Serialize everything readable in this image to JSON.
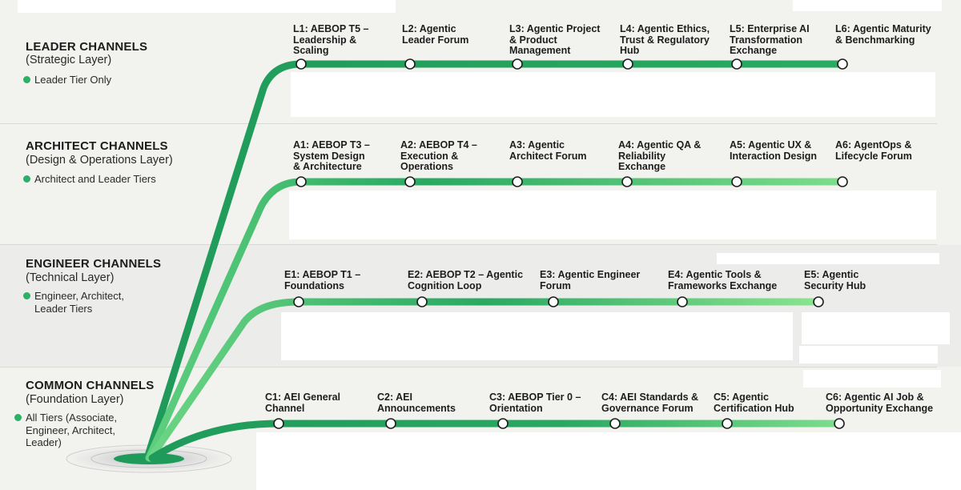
{
  "colors": {
    "line_dark": "#1f9a5a",
    "line_light": "#7ddd8c",
    "station_fill": "#ffffff",
    "station_stroke": "#1e1e1e",
    "tier_dot": "#2bb067"
  },
  "layers": [
    {
      "title": "LEADER CHANNELS",
      "subtitle": "(Strategic Layer)",
      "tier_text": "Leader Tier Only",
      "stations": [
        "L1: AEBOP T5 –\nLeadership &\nScaling",
        "L2: Agentic\nLeader Forum",
        "L3: Agentic Project\n& Product\nManagement",
        "L4: Agentic Ethics,\nTrust & Regulatory\nHub",
        "L5: Enterprise AI\nTransformation\nExchange",
        "L6: Agentic Maturity\n& Benchmarking"
      ]
    },
    {
      "title": "ARCHITECT CHANNELS",
      "subtitle": "(Design & Operations Layer)",
      "tier_text": "Architect and Leader Tiers",
      "stations": [
        "A1: AEBOP T3 –\nSystem Design\n& Architecture",
        "A2: AEBOP T4 –\nExecution &\nOperations",
        "A3: Agentic\nArchitect Forum",
        "A4: Agentic QA &\nReliability\nExchange",
        "A5: Agentic UX &\nInteraction Design",
        "A6: AgentOps &\nLifecycle Forum"
      ]
    },
    {
      "title": "ENGINEER CHANNELS",
      "subtitle": "(Technical Layer)",
      "tier_text": "Engineer, Architect,\nLeader Tiers",
      "stations": [
        "E1: AEBOP T1 –\nFoundations",
        "E2: AEBOP T2 – Agentic\nCognition Loop",
        "E3: Agentic Engineer\nForum",
        "E4: Agentic Tools &\nFrameworks Exchange",
        "E5: Agentic\nSecurity Hub"
      ]
    },
    {
      "title": "COMMON CHANNELS",
      "subtitle": "(Foundation Layer)",
      "tier_text": "All Tiers (Associate,\nEngineer, Architect,\nLeader)",
      "stations": [
        "C1: AEI General\nChannel",
        "C2: AEI\nAnnouncements",
        "C3: AEBOP Tier 0 –\nOrientation",
        "C4: AEI Standards &\nGovernance Forum",
        "C5: Agentic\nCertification Hub",
        "C6: Agentic AI Job &\nOpportunity Exchange"
      ]
    }
  ]
}
